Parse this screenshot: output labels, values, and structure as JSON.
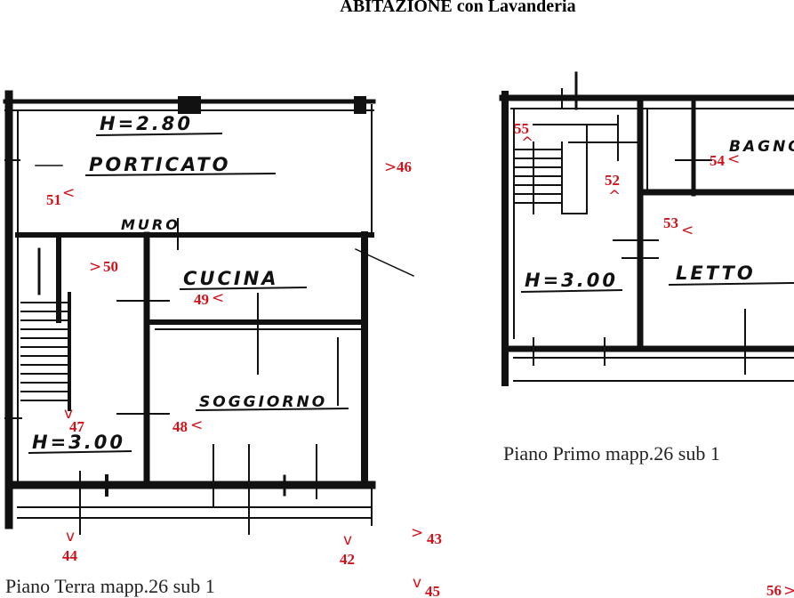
{
  "title": "ABITAZIONE con Lavanderia",
  "captions": {
    "piano_terra": "Piano Terra mapp.26 sub 1",
    "piano_primo": "Piano Primo mapp.26 sub 1"
  },
  "handwritten_labels": {
    "h_porticato": "H=2.80",
    "porticato": "PORTICATO",
    "muro": "MURO",
    "cucina": "CUCINA",
    "soggiorno": "SOGGIORNO",
    "h_terra": "H=3.00",
    "bagno": "BAGNO",
    "h_primo": "H=3.00",
    "letto": "LETTO"
  },
  "photo_markers": [
    {
      "id": "46",
      "label": "46",
      "arrow": ">"
    },
    {
      "id": "51",
      "label": "51",
      "arrow": "<"
    },
    {
      "id": "50",
      "label": "50",
      "arrow": ">"
    },
    {
      "id": "49",
      "label": "49",
      "arrow": "<"
    },
    {
      "id": "48",
      "label": "48",
      "arrow": "<"
    },
    {
      "id": "47",
      "label": "47",
      "arrow": "v"
    },
    {
      "id": "44",
      "label": "44",
      "arrow": "v"
    },
    {
      "id": "42",
      "label": "42",
      "arrow": "v"
    },
    {
      "id": "43",
      "label": "43",
      "arrow": ">"
    },
    {
      "id": "45",
      "label": "45",
      "arrow": "v"
    },
    {
      "id": "55",
      "label": "55",
      "arrow": "^"
    },
    {
      "id": "52",
      "label": "52",
      "arrow": "^"
    },
    {
      "id": "54",
      "label": "54",
      "arrow": "<"
    },
    {
      "id": "53",
      "label": "53",
      "arrow": "<"
    },
    {
      "id": "56",
      "label": "56",
      "arrow": ">"
    }
  ],
  "colors": {
    "marker": "#d0121b",
    "wall": "#111111"
  }
}
